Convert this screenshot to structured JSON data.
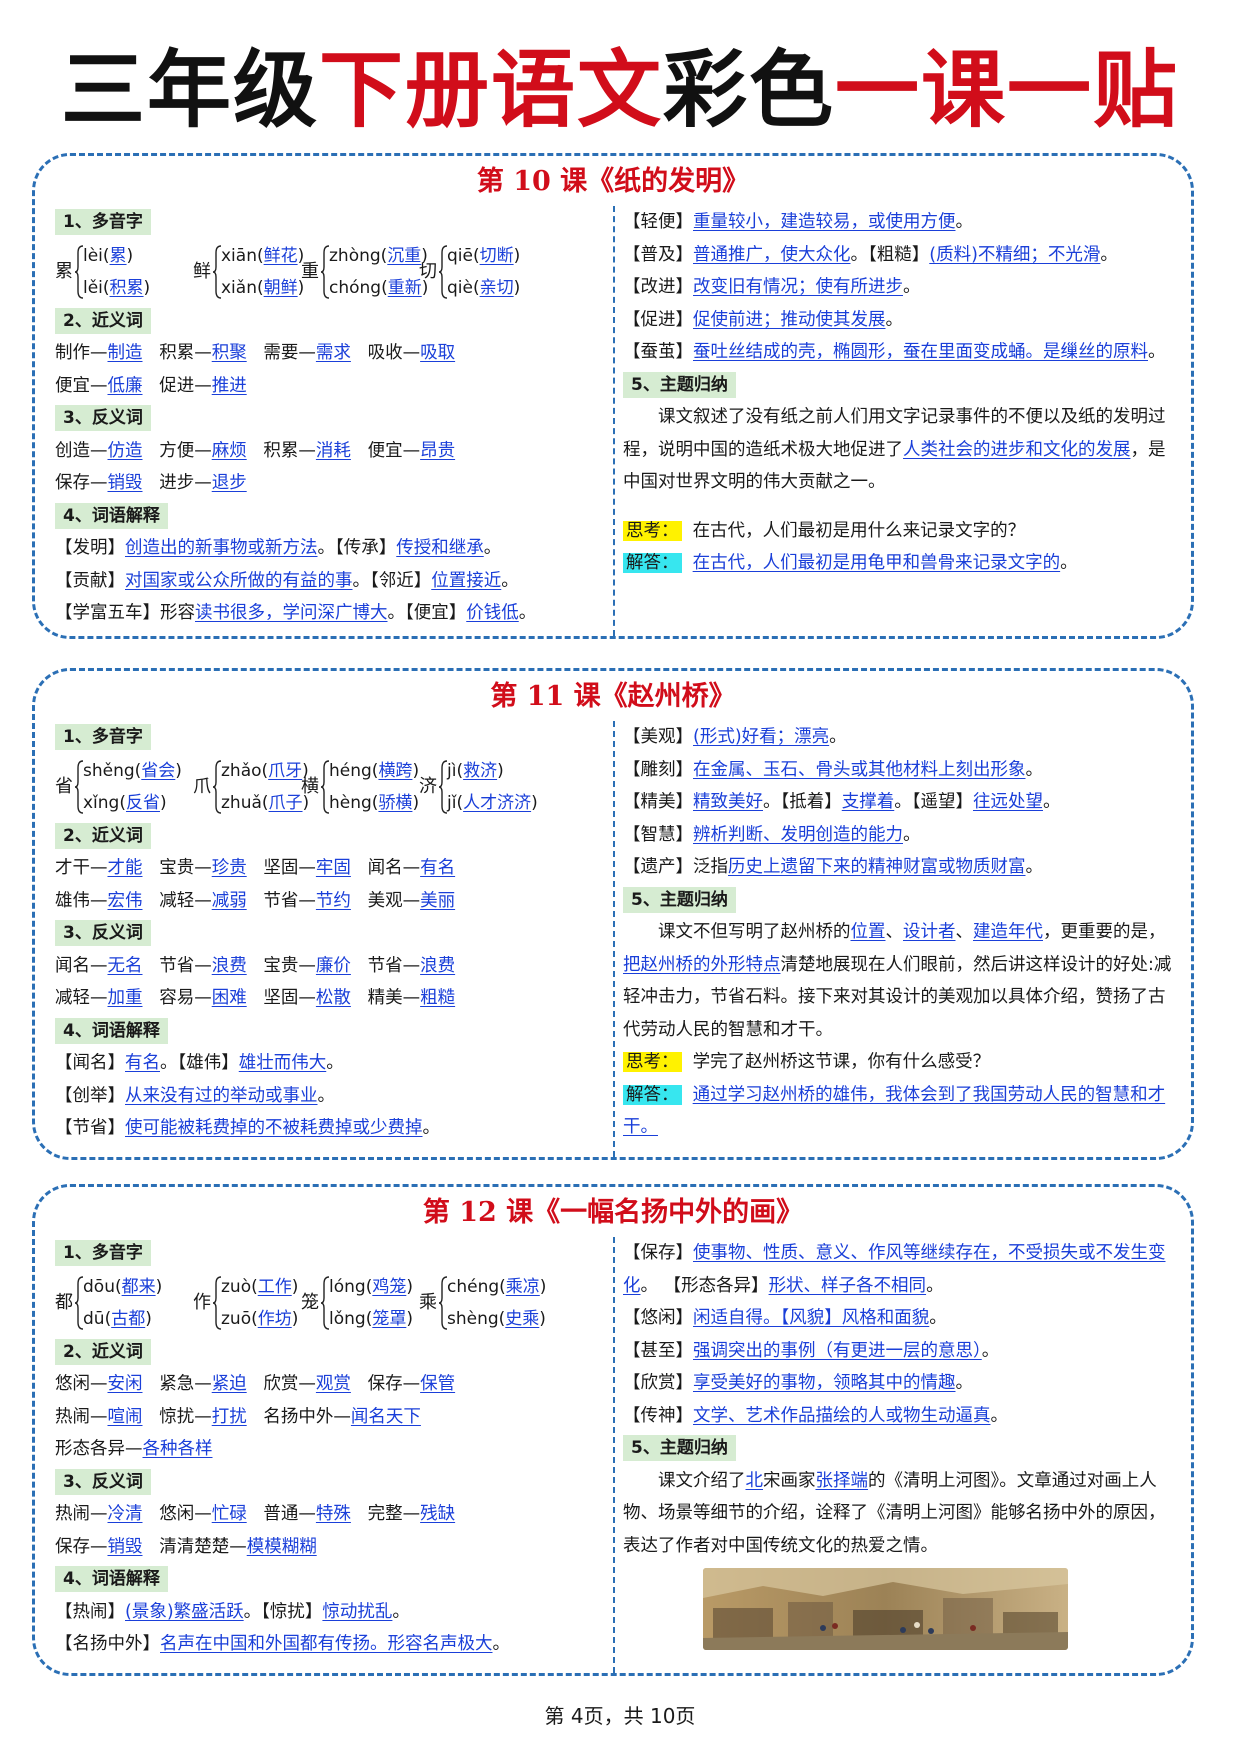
{
  "title": {
    "part1": "三年级",
    "part2": "下册语文",
    "part3": "彩色",
    "part4": "一课一贴"
  },
  "lessons": [
    {
      "title": "第 10 课《纸的发明》",
      "s1": "1、多音字",
      "poly": [
        {
          "ch": "累",
          "r1": "lèi",
          "w1": "累",
          "r2": "lěi",
          "w2": "积累"
        },
        {
          "ch": "鲜",
          "r1": "xiān",
          "w1": "鲜花",
          "r2": "xiǎn",
          "w2": "朝鲜"
        },
        {
          "ch": "重",
          "r1": "zhòng",
          "w1": "沉重",
          "r2": "chóng",
          "w2": "重新"
        },
        {
          "ch": "切",
          "r1": "qiē",
          "w1": "切断",
          "r2": "qiè",
          "w2": "亲切"
        }
      ],
      "s2": "2、近义词",
      "syn": [
        [
          {
            "a": "制作",
            "b": "制造"
          },
          {
            "a": "积累",
            "b": "积聚"
          },
          {
            "a": "需要",
            "b": "需求"
          },
          {
            "a": "吸收",
            "b": "吸取"
          }
        ],
        [
          {
            "a": "便宜",
            "b": "低廉"
          },
          {
            "a": "促进",
            "b": "推进"
          }
        ]
      ],
      "s3": "3、反义词",
      "ant": [
        [
          {
            "a": "创造",
            "b": "仿造"
          },
          {
            "a": "方便",
            "b": "麻烦"
          },
          {
            "a": "积累",
            "b": "消耗"
          },
          {
            "a": "便宜",
            "b": "昂贵"
          }
        ],
        [
          {
            "a": "保存",
            "b": "销毁"
          },
          {
            "a": "进步",
            "b": "退步"
          }
        ]
      ],
      "s4": "4、词语解释",
      "left_exp": [
        [
          {
            "t": "【发明】"
          },
          {
            "u": "创造出的新事物或新方法"
          },
          {
            "t": "。【传承】"
          },
          {
            "u": "传授和继承"
          },
          {
            "t": "。"
          }
        ],
        [
          {
            "t": "【贡献】"
          },
          {
            "u": "对国家或公众所做的有益的事"
          },
          {
            "t": "。【邻近】"
          },
          {
            "u": "位置接近"
          },
          {
            "t": "。"
          }
        ],
        [
          {
            "t": "【学富五车】形容"
          },
          {
            "u": "读书很多，学问深广博大"
          },
          {
            "t": "。【便宜】"
          },
          {
            "u": "价钱低"
          },
          {
            "t": "。"
          }
        ]
      ],
      "right_exp": [
        [
          {
            "t": "【轻便】"
          },
          {
            "u": "重量较小，建造较易，或使用方便"
          },
          {
            "t": "。"
          }
        ],
        [
          {
            "t": "【普及】"
          },
          {
            "u": "普通推广，使大众化"
          },
          {
            "t": "。【粗糙】"
          },
          {
            "u": "(质料)不精细；不光滑"
          },
          {
            "t": "。"
          }
        ],
        [
          {
            "t": "【改进】"
          },
          {
            "u": "改变旧有情况；使有所进步"
          },
          {
            "t": "。"
          }
        ],
        [
          {
            "t": "【促进】"
          },
          {
            "u": "促使前进；推动使其发展"
          },
          {
            "t": "。"
          }
        ],
        [
          {
            "t": "【蚕茧】"
          },
          {
            "u": "蚕吐丝结成的壳，椭圆形，蚕在里面变成蛹。是缫丝的原料"
          },
          {
            "t": "。"
          }
        ]
      ],
      "s5": "5、主题归纳",
      "theme": [
        {
          "t": "课文叙述了没有纸之前人们用文字记录事件的不便以及纸的发明过程，说明中国的造纸术极大地促进了"
        },
        {
          "u": "人类社会的进步和文化的发展"
        },
        {
          "t": "，是中国对世界文明的伟大贡献之一。"
        }
      ],
      "think_label": "思考：",
      "think": "在古代，人们最初是用什么来记录文字的？",
      "answer_label": "解答：",
      "answer": "在古代，人们最初是用龟甲和兽骨来记录文字的"
    },
    {
      "title": "第 11 课《赵州桥》",
      "s1": "1、多音字",
      "poly": [
        {
          "ch": "省",
          "r1": "shěng",
          "w1": "省会",
          "r2": "xǐng",
          "w2": "反省"
        },
        {
          "ch": "爪",
          "r1": "zhǎo",
          "w1": "爪牙",
          "r2": "zhuǎ",
          "w2": "爪子"
        },
        {
          "ch": "横",
          "r1": "héng",
          "w1": "横跨",
          "r2": "hèng",
          "w2": "骄横"
        },
        {
          "ch": "济",
          "r1": "jì",
          "w1": "救济",
          "r2": "jǐ",
          "w2": "人才济济"
        }
      ],
      "s2": "2、近义词",
      "syn": [
        [
          {
            "a": "才干",
            "b": "才能"
          },
          {
            "a": "宝贵",
            "b": "珍贵"
          },
          {
            "a": "坚固",
            "b": "牢固"
          },
          {
            "a": "闻名",
            "b": "有名"
          }
        ],
        [
          {
            "a": "雄伟",
            "b": "宏伟"
          },
          {
            "a": "减轻",
            "b": "减弱"
          },
          {
            "a": "节省",
            "b": "节约"
          },
          {
            "a": "美观",
            "b": "美丽"
          }
        ]
      ],
      "s3": "3、反义词",
      "ant": [
        [
          {
            "a": "闻名",
            "b": "无名"
          },
          {
            "a": "节省",
            "b": "浪费"
          },
          {
            "a": "宝贵",
            "b": "廉价"
          },
          {
            "a": "节省",
            "b": "浪费"
          }
        ],
        [
          {
            "a": "减轻",
            "b": "加重"
          },
          {
            "a": "容易",
            "b": "困难"
          },
          {
            "a": "坚固",
            "b": "松散"
          },
          {
            "a": "精美",
            "b": "粗糙"
          }
        ]
      ],
      "s4": "4、词语解释",
      "left_exp": [
        [
          {
            "t": "【闻名】"
          },
          {
            "u": "有名"
          },
          {
            "t": "。【雄伟】"
          },
          {
            "u": "雄壮而伟大"
          },
          {
            "t": "。"
          }
        ],
        [
          {
            "t": "【创举】"
          },
          {
            "u": "从来没有过的举动或事业"
          },
          {
            "t": "。"
          }
        ],
        [
          {
            "t": "【节省】"
          },
          {
            "u": "使可能被耗费掉的不被耗费掉或少费掉"
          },
          {
            "t": "。"
          }
        ]
      ],
      "right_exp": [
        [
          {
            "t": "【美观】"
          },
          {
            "u": "(形式)好看；漂亮"
          },
          {
            "t": "。"
          }
        ],
        [
          {
            "t": "【雕刻】"
          },
          {
            "u": "在金属、玉石、骨头或其他材料上刻出形象"
          },
          {
            "t": "。"
          }
        ],
        [
          {
            "t": "【精美】"
          },
          {
            "u": "精致美好"
          },
          {
            "t": "。【抵着】"
          },
          {
            "u": "支撑着"
          },
          {
            "t": "。【遥望】"
          },
          {
            "u": "往远处望"
          },
          {
            "t": "。"
          }
        ],
        [
          {
            "t": "【智慧】"
          },
          {
            "u": "辨析判断、发明创造的能力"
          },
          {
            "t": "。"
          }
        ],
        [
          {
            "t": "【遗产】泛指"
          },
          {
            "u": "历史上遗留下来的精神财富或物质财富"
          },
          {
            "t": "。"
          }
        ]
      ],
      "s5": "5、主题归纳",
      "theme": [
        {
          "t": "课文不但写明了赵州桥的"
        },
        {
          "u": "位置"
        },
        {
          "t": "、"
        },
        {
          "u": "设计者"
        },
        {
          "t": "、"
        },
        {
          "u": "建造年代"
        },
        {
          "t": "，更重要的是，"
        },
        {
          "u": "把赵州桥的外形特点"
        },
        {
          "t": "清楚地展现在人们眼前，然后讲这样设计的好处:减轻冲击力，节省石料。接下来对其设计的美观加以具体介绍，赞扬了古代劳动人民的智慧和才干。"
        }
      ],
      "think_label": "思考：",
      "think": "学完了赵州桥这节课，你有什么感受？",
      "answer_label": "解答：",
      "answer": "通过学习赵州桥的雄伟，我体会到了我国劳动人民的智慧和才干。"
    },
    {
      "title": "第 12 课《一幅名扬中外的画》",
      "s1": "1、多音字",
      "poly": [
        {
          "ch": "都",
          "r1": "dōu",
          "w1": "都来",
          "r2": "dū",
          "w2": "古都"
        },
        {
          "ch": "作",
          "r1": "zuò",
          "w1": "工作",
          "r2": "zuō",
          "w2": "作坊"
        },
        {
          "ch": "笼",
          "r1": "lóng",
          "w1": "鸡笼",
          "r2": "lǒng",
          "w2": "笼罩"
        },
        {
          "ch": "乘",
          "r1": "chéng",
          "w1": "乘凉",
          "r2": "shèng",
          "w2": "史乘"
        }
      ],
      "s2": "2、近义词",
      "syn": [
        [
          {
            "a": "悠闲",
            "b": "安闲"
          },
          {
            "a": "紧急",
            "b": "紧迫"
          },
          {
            "a": "欣赏",
            "b": "观赏"
          },
          {
            "a": "保存",
            "b": "保管"
          }
        ],
        [
          {
            "a": "热闹",
            "b": "喧闹"
          },
          {
            "a": "惊扰",
            "b": "打扰"
          },
          {
            "a": "名扬中外",
            "b": "闻名天下"
          }
        ],
        [
          {
            "a": "形态各异",
            "b": "各种各样"
          }
        ]
      ],
      "s3": "3、反义词",
      "ant": [
        [
          {
            "a": "热闹",
            "b": "冷清"
          },
          {
            "a": "悠闲",
            "b": "忙碌"
          },
          {
            "a": "普通",
            "b": "特殊"
          },
          {
            "a": "完整",
            "b": "残缺"
          }
        ],
        [
          {
            "a": "保存",
            "b": "销毁"
          },
          {
            "a": "清清楚楚",
            "b": "模模糊糊"
          }
        ]
      ],
      "s4": "4、词语解释",
      "left_exp": [
        [
          {
            "t": "【热闹】"
          },
          {
            "u": "(景象)繁盛活跃"
          },
          {
            "t": "。【惊扰】"
          },
          {
            "u": "惊动扰乱"
          },
          {
            "t": "。"
          }
        ],
        [
          {
            "t": "【名扬中外】"
          },
          {
            "u": "名声在中国和外国都有传扬。形容名声极大"
          },
          {
            "t": "。"
          }
        ]
      ],
      "right_exp": [
        [
          {
            "t": "【保存】"
          },
          {
            "u": "使事物、性质、意义、作风等继续存在，不受损失或不发生变化"
          },
          {
            "t": "。 【形态各异】"
          },
          {
            "u": "形状、样子各不相同"
          },
          {
            "t": "。"
          }
        ],
        [
          {
            "t": "【悠闲】"
          },
          {
            "u": "闲适自得。【风貌】风格和面貌"
          },
          {
            "t": "。"
          }
        ],
        [
          {
            "t": "【甚至】"
          },
          {
            "u": "强调突出的事例（有更进一层的意思）"
          },
          {
            "t": "。"
          }
        ],
        [
          {
            "t": "【欣赏】"
          },
          {
            "u": "享受美好的事物，领略其中的情趣"
          },
          {
            "t": "。"
          }
        ],
        [
          {
            "t": "【传神】"
          },
          {
            "u": "文学、艺术作品描绘的人或物生动逼真"
          },
          {
            "t": "。"
          }
        ]
      ],
      "s5": "5、主题归纳",
      "theme": [
        {
          "t": "课文介绍了"
        },
        {
          "u": "北"
        },
        {
          "t": "宋画家"
        },
        {
          "u": "张择端"
        },
        {
          "t": "的《清明上河图》。文章通过对画上人物、场景等细节的介绍，诠释了《清明上河图》能够名扬中外的原因，表达了作者对中国传统文化的热爱之情。"
        }
      ]
    }
  ],
  "footer": "第  4页，共  10页"
}
